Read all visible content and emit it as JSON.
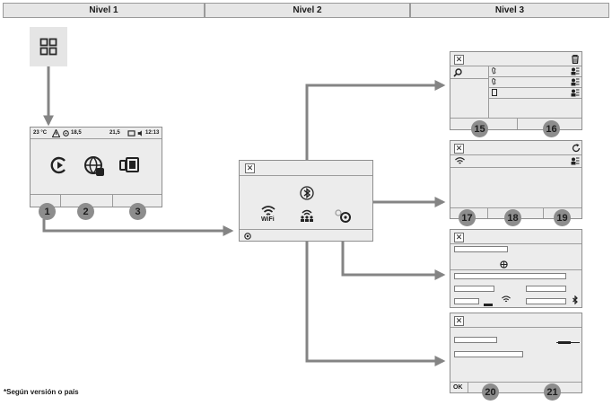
{
  "levels": [
    "Nivel 1",
    "Nivel 2",
    "Nivel 3"
  ],
  "level1": {
    "status": {
      "temp": "23 °C",
      "fan": "18,5",
      "value": "21,5",
      "time": "12:13"
    }
  },
  "level2": {
    "wifi_label": "WiFi"
  },
  "screen5": {
    "ok_label": "OK"
  },
  "badges": [
    "1",
    "2",
    "3",
    "15",
    "16",
    "17",
    "18",
    "19",
    "20",
    "21"
  ],
  "footnote": "*Según versión o país",
  "colors": {
    "arrow": "#848484",
    "screen_fill": "#ececec",
    "badge": "#8d8d8d"
  }
}
